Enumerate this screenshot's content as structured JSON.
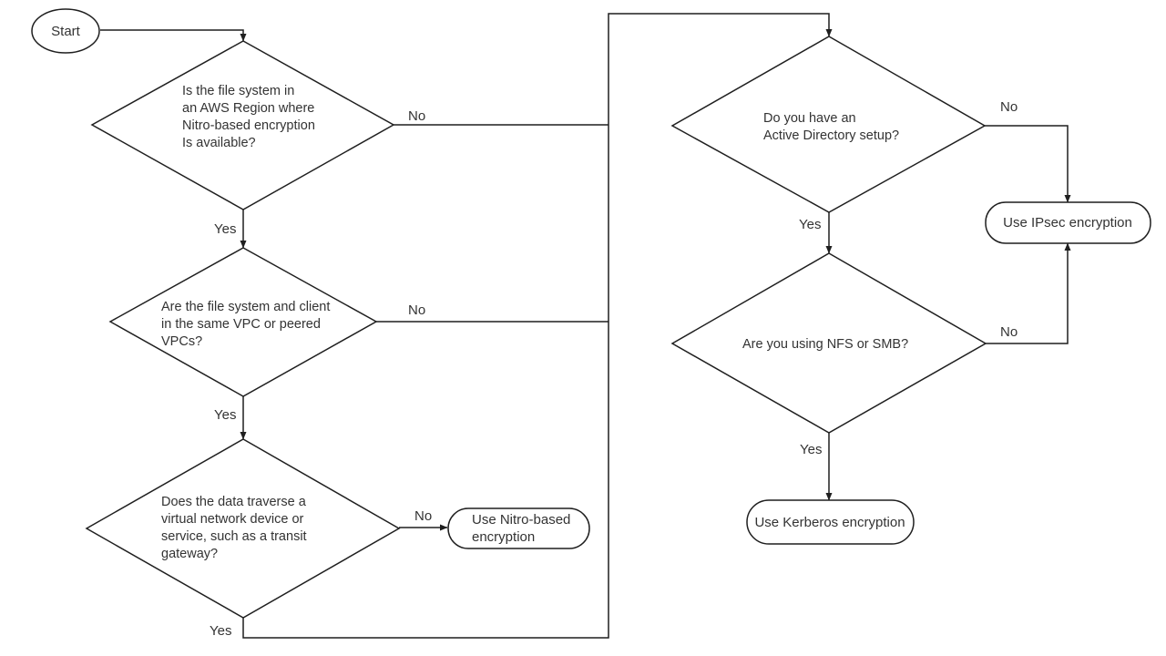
{
  "diagram": {
    "type": "flowchart",
    "colors": {
      "background": "#ffffff",
      "line": "#1f1f1f",
      "text": "#333333"
    },
    "nodes": {
      "start": {
        "type": "terminator",
        "label": "Start"
      },
      "q_region": {
        "type": "decision",
        "lines": [
          "Is the file system in",
          "an AWS Region where",
          "Nitro-based encryption",
          "Is available?"
        ]
      },
      "q_vpc": {
        "type": "decision",
        "lines": [
          "Are the file system and client",
          "in the same VPC or peered",
          "VPCs?"
        ]
      },
      "q_transit": {
        "type": "decision",
        "lines": [
          "Does the data traverse a",
          "virtual network device or",
          "service, such as a transit",
          "gateway?"
        ]
      },
      "q_ad": {
        "type": "decision",
        "lines": [
          "Do you have an",
          "Active Directory setup?"
        ]
      },
      "q_protocol": {
        "type": "decision",
        "lines": [
          "Are you using NFS or SMB?"
        ]
      },
      "use_nitro": {
        "type": "result",
        "lines": [
          "Use Nitro-based",
          "encryption"
        ]
      },
      "use_ipsec": {
        "type": "result",
        "label": "Use IPsec encryption"
      },
      "use_kerberos": {
        "type": "result",
        "label": "Use Kerberos encryption"
      }
    },
    "edge_labels": {
      "q_region_yes": "Yes",
      "q_region_no": "No",
      "q_vpc_yes": "Yes",
      "q_vpc_no": "No",
      "q_transit_yes": "Yes",
      "q_transit_no": "No",
      "q_ad_yes": "Yes",
      "q_ad_no": "No",
      "q_protocol_yes": "Yes",
      "q_protocol_no": "No"
    }
  }
}
